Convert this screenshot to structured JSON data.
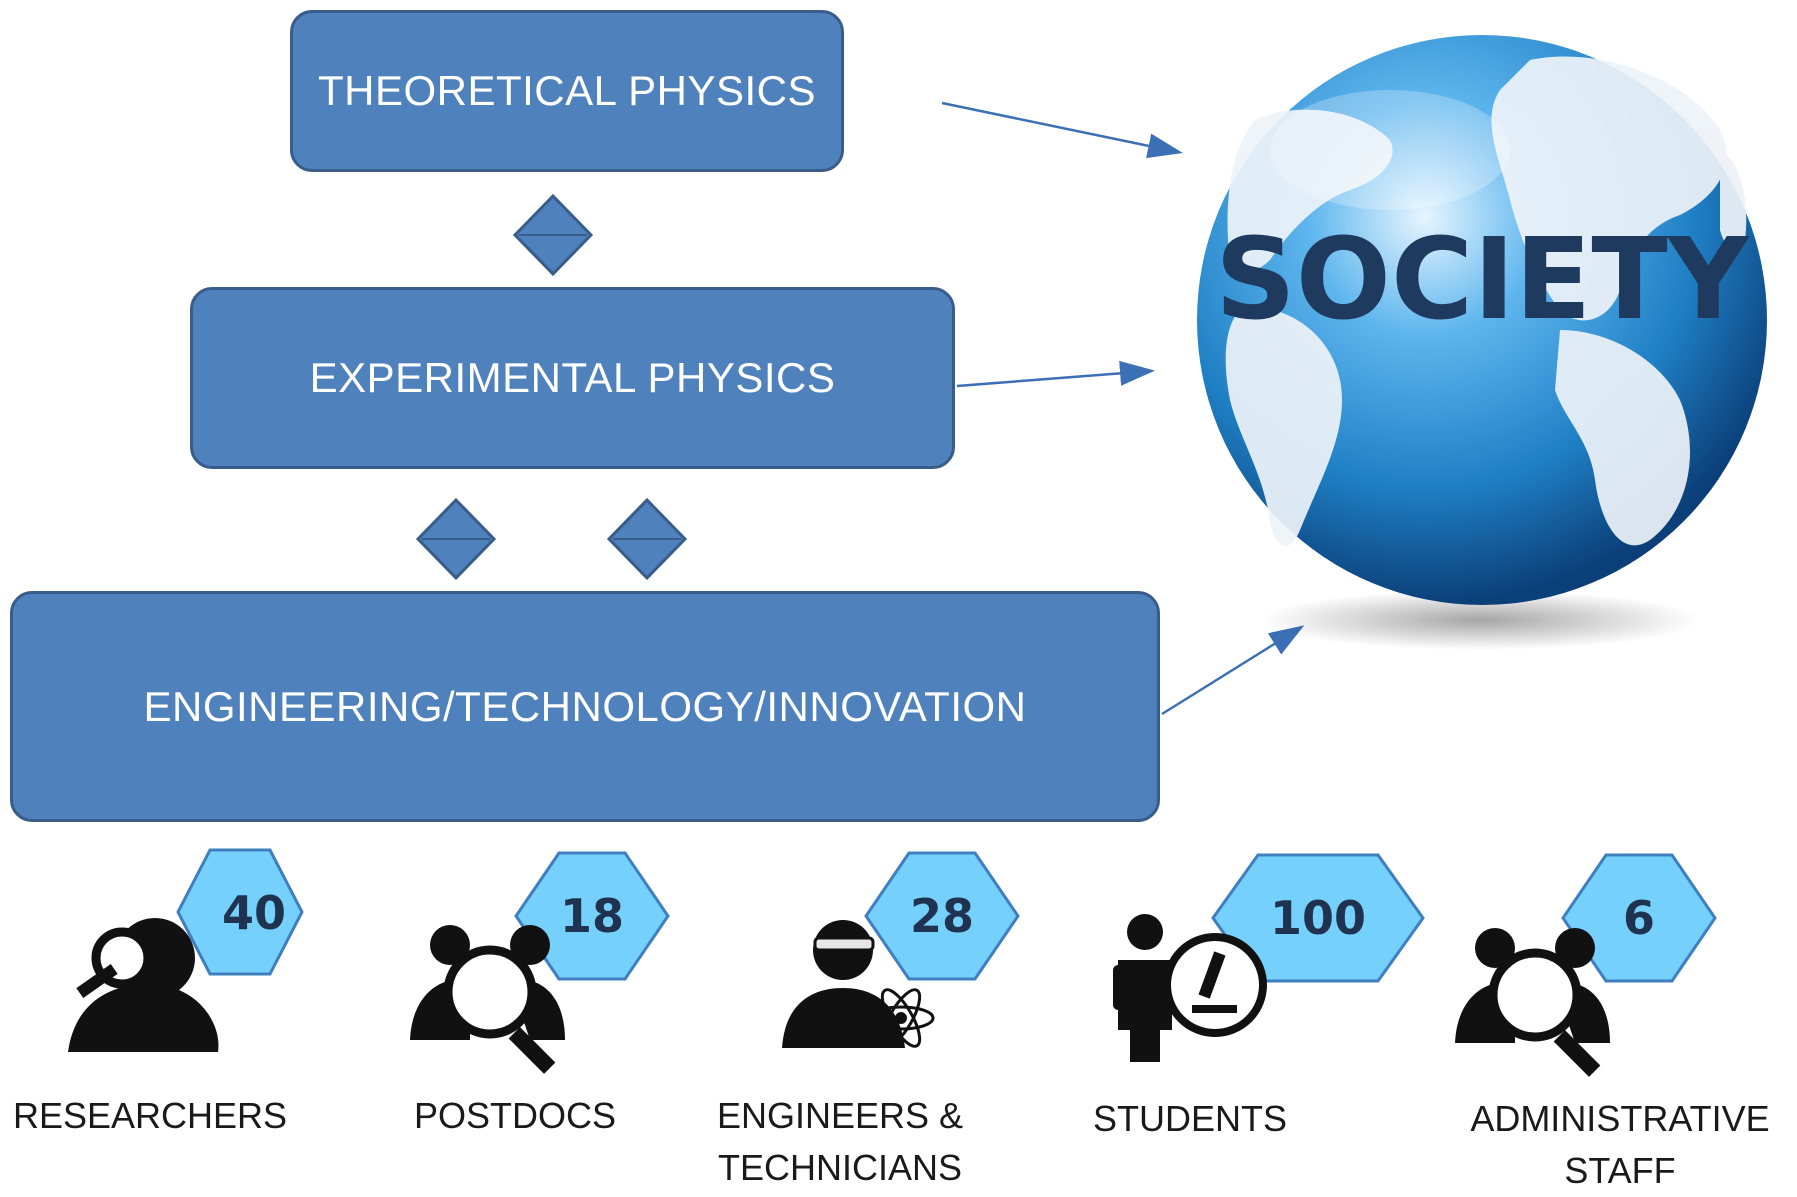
{
  "boxes": {
    "theoretical": "THEORETICAL PHYSICS",
    "experimental": "EXPERIMENTAL PHYSICS",
    "engineering": "ENGINEERING/TECHNOLOGY/INNOVATION"
  },
  "society": "SOCIETY",
  "categories": [
    {
      "count": "40",
      "label": "RESEARCHERS",
      "icon": "researcher-magnifier-icon"
    },
    {
      "count": "18",
      "label": "POSTDOCS",
      "icon": "group-search-icon"
    },
    {
      "count": "28",
      "label": "ENGINEERS & TECHNICIANS",
      "icon": "engineer-atom-icon"
    },
    {
      "count": "100",
      "label": "STUDENTS",
      "icon": "student-microscope-icon"
    },
    {
      "count": "6",
      "label": "ADMINISTRATIVE STAFF",
      "icon": "group-search-icon"
    }
  ],
  "colors": {
    "box_fill": "#4f81bd",
    "box_border": "#385d8a",
    "hex_fill": "#75d1fb",
    "globe_ocean": "#1f7fc4"
  }
}
